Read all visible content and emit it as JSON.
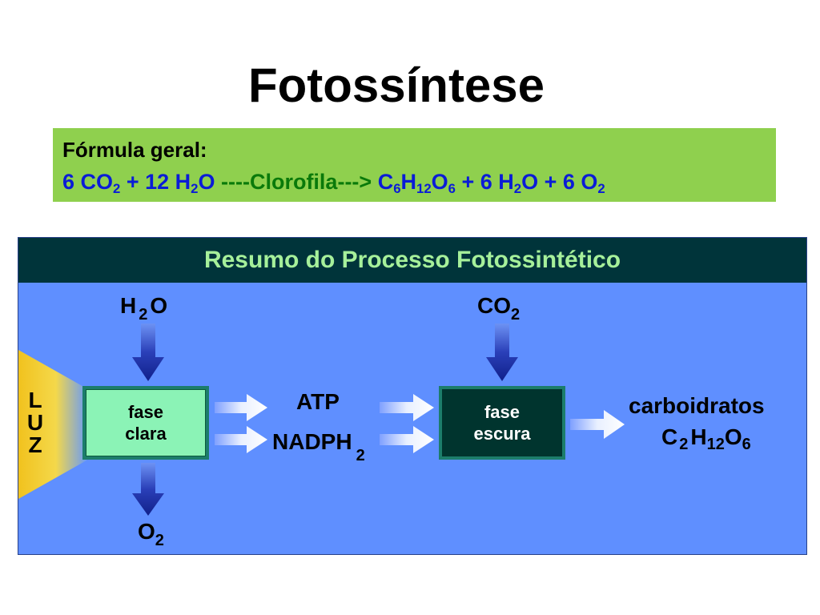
{
  "title": "Fotossíntese",
  "formula": {
    "label": "Fórmula geral:",
    "reactant_co2_coef": "6 CO",
    "reactant_co2_sub": "2",
    "plus1": " + 12 H",
    "h2o_sub": "2",
    "o_text": "O ",
    "catalyst": "----Clorofila--->",
    "product_c": " C",
    "product_c_sub": "6",
    "product_h": "H",
    "product_h_sub": "12",
    "product_o": "O",
    "product_o_sub": "6",
    "plus2": " + 6 H",
    "water_sub": "2",
    "water_o": "O + 6 O",
    "oxygen_sub": "2"
  },
  "panel": {
    "title": "Resumo do Processo Fotossintético"
  },
  "diagram": {
    "h2o_main": "H",
    "h2o_sub": "2",
    "h2o_end": "O",
    "co2_main": "CO",
    "co2_sub": "2",
    "o2_main": "O",
    "o2_sub": "2",
    "luz": [
      "L",
      "U",
      "Z"
    ],
    "fase_clara": [
      "fase",
      "clara"
    ],
    "fase_escura": [
      "fase",
      "escura"
    ],
    "atp": "ATP",
    "nadph_main": "NADPH",
    "nadph_sub": "2",
    "carbo_label": "carboidratos",
    "carbo_c": "C",
    "carbo_c_sub": "2",
    "carbo_h": "H",
    "carbo_h_sub": "12",
    "carbo_o": "O",
    "carbo_o_sub": "6"
  },
  "colors": {
    "formula_bg": "#8fd04e",
    "formula_text": "#0a1cd6",
    "catalyst_text": "#0a7a0a",
    "panel_bg": "#5f8fff",
    "panel_header_bg": "#00343a",
    "panel_title": "#a6f09a",
    "fase_clara_bg": "#8bf3b6",
    "fase_escura_bg": "#00342e"
  }
}
